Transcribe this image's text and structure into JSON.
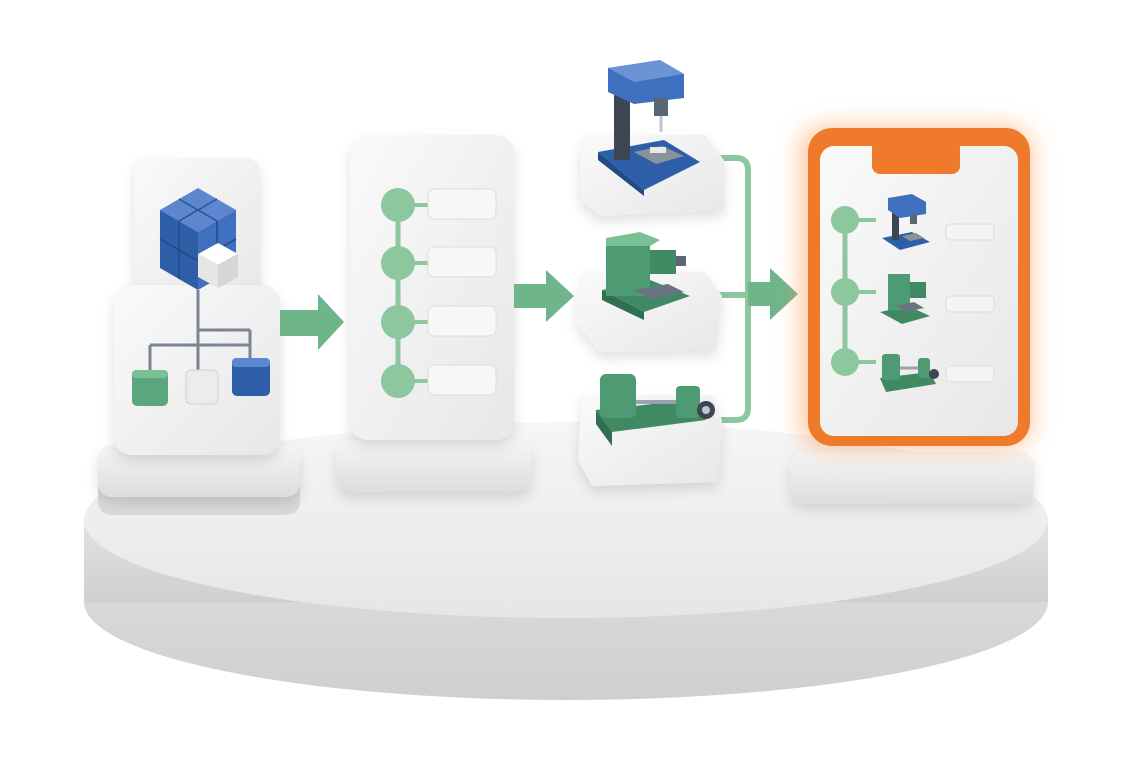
{
  "colors": {
    "blue": "#3f6fbf",
    "blue_dark": "#2c538f",
    "green": "#4e9a73",
    "green_light": "#8cc79e",
    "green_dark": "#2f7052",
    "orange": "#f07a2c",
    "card": "#f1f1f1",
    "platform": "#ececec"
  },
  "stages": [
    {
      "name": "bom-hierarchy",
      "icons": [
        "cube-assembly-icon",
        "tree-structure-icon"
      ]
    },
    {
      "name": "process-route",
      "steps": 4
    },
    {
      "name": "machine-assignment",
      "icons": [
        "drill-press-icon",
        "milling-machine-icon",
        "lathe-icon"
      ]
    },
    {
      "name": "production-plan",
      "steps": 3,
      "icons": [
        "drill-press-icon",
        "milling-machine-icon",
        "lathe-icon"
      ]
    }
  ]
}
